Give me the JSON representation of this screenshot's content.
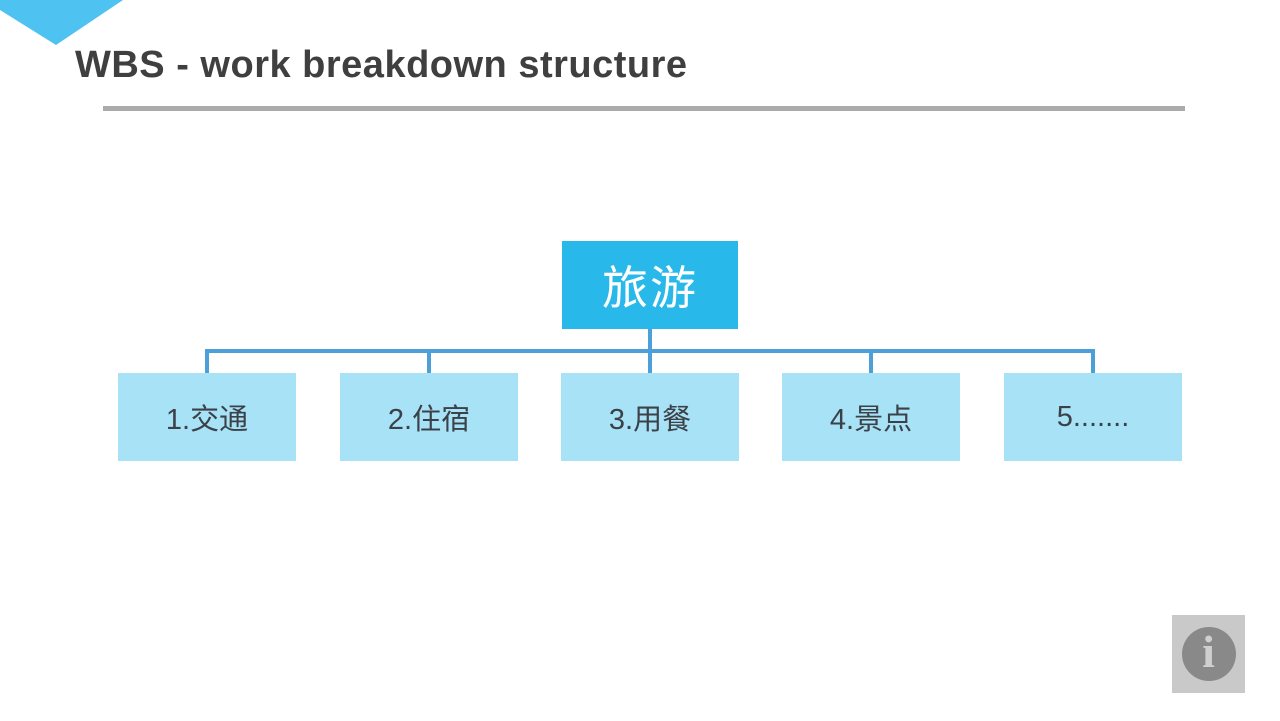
{
  "slide": {
    "title": "WBS - work breakdown structure"
  },
  "diagram": {
    "type": "tree",
    "root": {
      "label": "旅游"
    },
    "children": [
      {
        "label": "1.交通"
      },
      {
        "label": "2.住宿"
      },
      {
        "label": "3.用餐"
      },
      {
        "label": "4.景点"
      },
      {
        "label": "5......."
      }
    ]
  },
  "logo": {
    "glyph": "i"
  },
  "colors": {
    "chevron": "#4EC3F1",
    "root_box": "#29B8EA",
    "child_box": "#A7E2F7",
    "connector": "#4C9FD8",
    "title_text": "#3F3F3F",
    "divider": "#ABABAB",
    "logo_tile": "#C9C9C9",
    "logo_circle": "#898989"
  }
}
